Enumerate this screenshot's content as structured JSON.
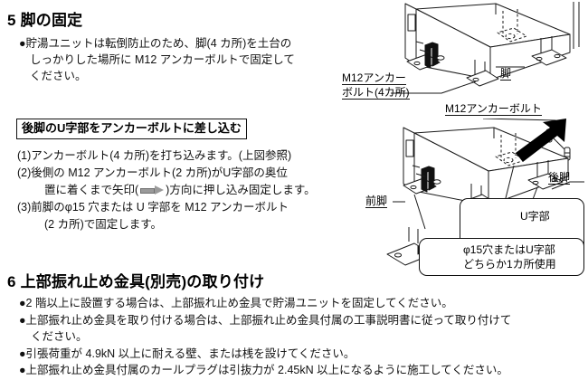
{
  "document": {
    "language": "ja",
    "page_background": "#ffffff",
    "text_color": "#111111"
  },
  "section5": {
    "number": "5",
    "heading": "5 脚の固定",
    "lead_bullet": {
      "marker": "●",
      "lines": [
        "●貯湯ユニットは転倒防止のため、脚(4 カ所)を土台の",
        "しっかりした場所に M12 アンカーボルトで固定して",
        "ください。"
      ]
    },
    "framed_subheading": "後脚のU字部をアンカーボルトに差し込む",
    "steps": [
      {
        "label": "(1)",
        "lines": [
          "(1)アンカーボルト(4 カ所)を打ち込みます。(上図参照)"
        ]
      },
      {
        "label": "(2)",
        "lines_pre_arrow": "(2)後側の M12 アンカーボルト(2 カ所)がU字部の奥位",
        "line2_before_arrow": "置に着くまで矢印(",
        "line2_after_arrow": ")方向に押し込み固定します。",
        "arrow_icon": "right-arrow-icon",
        "arrow_color": "#9a9a9a"
      },
      {
        "label": "(3)",
        "lines": [
          "(3)前脚のφ15 穴または U 字部を M12 アンカーボルト",
          "(2 カ所)で固定します。"
        ]
      }
    ]
  },
  "section6": {
    "number": "6",
    "heading": "6 上部振れ止め金具(別売)の取り付け",
    "bullets": [
      {
        "marker": "●",
        "lines": [
          "●2 階以上に設置する場合は、上部振れ止め金具で貯湯ユニットを固定してください。"
        ]
      },
      {
        "marker": "●",
        "lines": [
          "●上部振れ止め金具を取り付ける場合は、上部振れ止め金具付属の工事説明書に従って取り付けて",
          "ください。"
        ]
      },
      {
        "marker": "●",
        "lines": [
          "●引張荷重が 4.9kN 以上に耐える壁、または桟を設けてください。"
        ]
      },
      {
        "marker": "●",
        "lines": [
          "●上部振れ止め金具付属のカールプラグは引抜力が 2.45kN 以上になるように施工してください。"
        ]
      }
    ]
  },
  "illustration_top": {
    "name": "tank-unit-leg-anchor-diagram-top",
    "labels": [
      {
        "id": "m12-anchor-4",
        "text": "M12アンカー",
        "text2": "ボルト(4カ所)"
      },
      {
        "id": "leg",
        "text": "脚"
      },
      {
        "id": "m12-anchor",
        "text": "M12アンカーボルト"
      }
    ]
  },
  "illustration_bottom": {
    "name": "tank-unit-leg-anchor-diagram-bottom",
    "labels": [
      {
        "id": "rear-leg",
        "text": "後脚"
      },
      {
        "id": "front-leg",
        "text": "前脚"
      }
    ],
    "callouts": [
      {
        "id": "u-shape",
        "text": "U字部"
      },
      {
        "id": "hole-or-u",
        "line1": "φ15穴またはU字部",
        "line2": "どちらか1カ所使用"
      }
    ],
    "push_arrow": {
      "icon": "black-push-arrow-icon",
      "color": "#000000"
    }
  }
}
